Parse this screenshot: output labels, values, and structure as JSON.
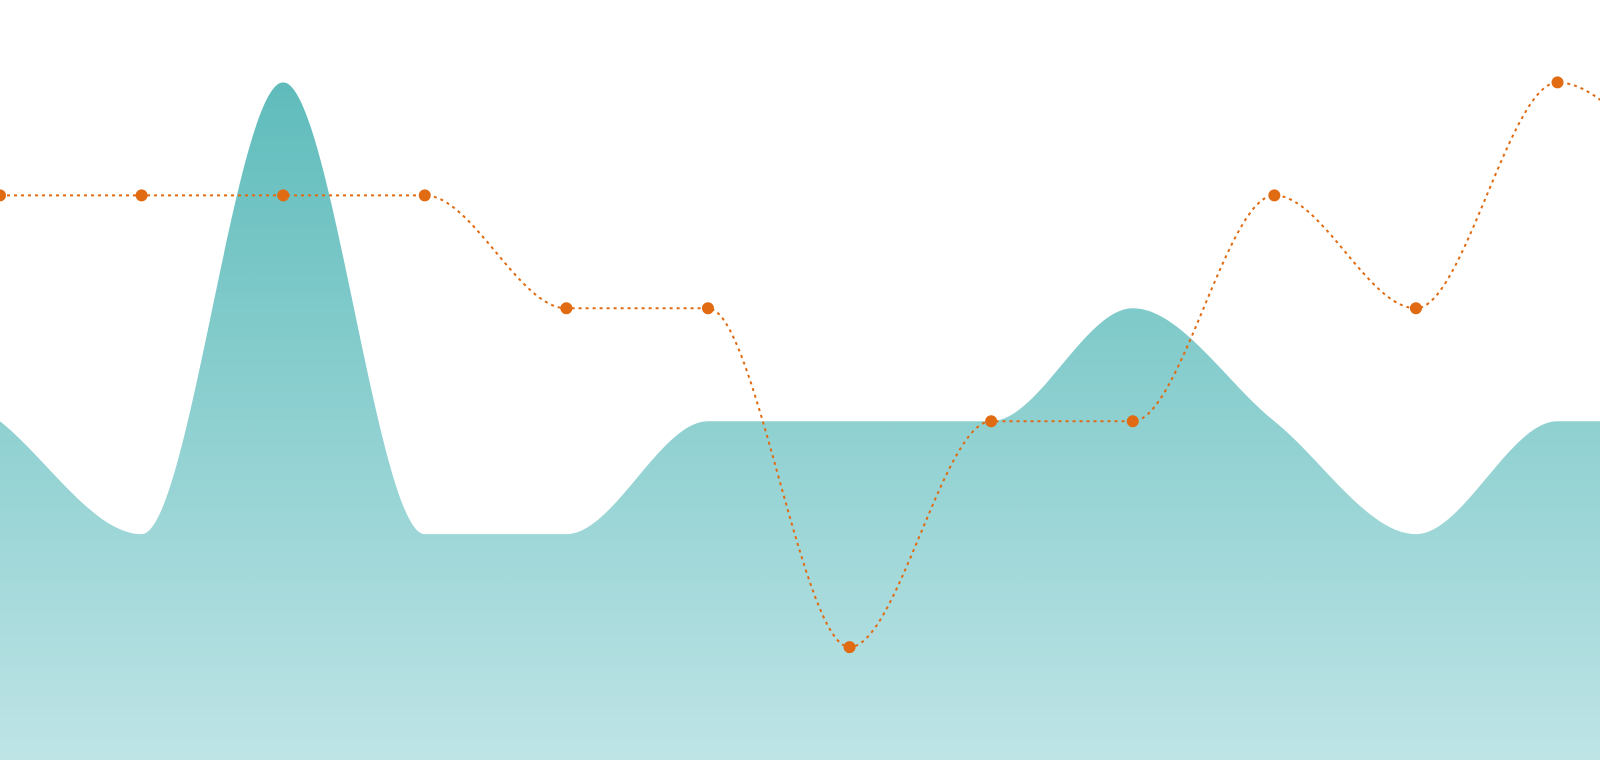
{
  "chart_data": {
    "type": "area",
    "categories": [
      "",
      "",
      "",
      "",
      "",
      "",
      "",
      "",
      "",
      "",
      "",
      "",
      ""
    ],
    "series": [
      {
        "type": "area",
        "values": [
          3,
          2,
          6,
          2,
          2,
          3,
          3,
          3,
          4,
          3,
          2,
          3,
          3
        ],
        "color": "#5fbcbb",
        "color_end": "#bee4e6"
      },
      {
        "type": "line",
        "values": [
          5,
          5,
          5,
          5,
          4,
          4,
          1,
          3,
          3,
          5,
          4,
          6,
          5
        ],
        "color": "#e06b12",
        "style": "dotted",
        "markers": true
      }
    ],
    "ylim": [
      0,
      6.73
    ],
    "xlim": [
      0,
      11.3
    ],
    "title": "",
    "xlabel": "",
    "ylabel": "",
    "grid": false,
    "legend": "none"
  }
}
